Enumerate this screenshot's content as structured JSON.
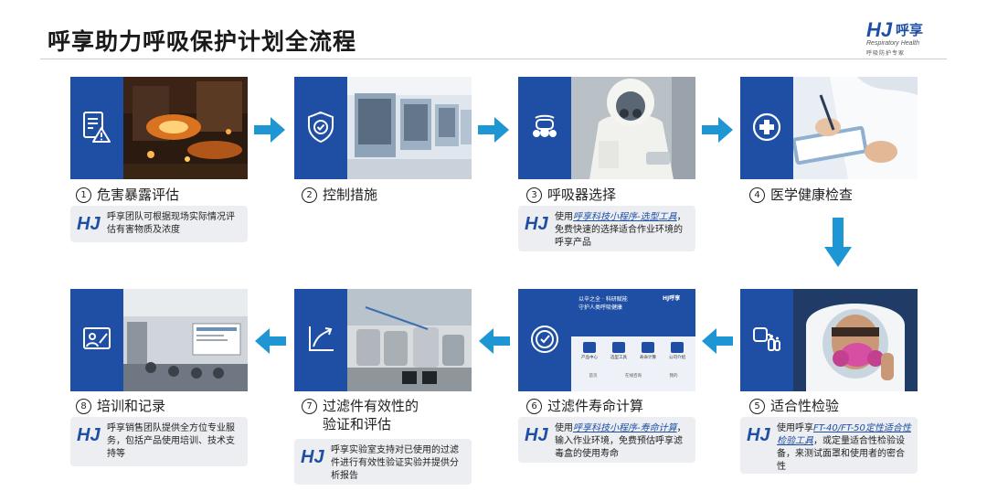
{
  "title": "呼享助力呼吸保护计划全流程",
  "logo": {
    "mark": "HJ",
    "name": "呼享",
    "english": "Respiratory Health",
    "sub": "呼吸防护专家"
  },
  "steps": [
    {
      "num": "1",
      "label": "危害暴露评估",
      "desc": "呼享团队可根据现场实际情况评估有害物质及浓度"
    },
    {
      "num": "2",
      "label": "控制措施"
    },
    {
      "num": "3",
      "label": "呼吸器选择",
      "desc_pre": "使用",
      "desc_link": "呼享科技小程序-选型工具",
      "desc_post": "，免费快速的选择适合作业环境的呼享产品"
    },
    {
      "num": "4",
      "label": "医学健康检查"
    },
    {
      "num": "5",
      "label": "适合性检验",
      "desc_pre": "使用呼享",
      "desc_link": "FT-40/FT-50定性适合性检验工具",
      "desc_post": "，或定量适合性检验设备，来测试面罩和使用者的密合性"
    },
    {
      "num": "6",
      "label": "过滤件寿命计算",
      "desc_pre": "使用",
      "desc_link": "呼享科技小程序-寿命计算",
      "desc_post": "，输入作业环境，免费预估呼享滤毒盒的使用寿命"
    },
    {
      "num": "7",
      "label": "过滤件有效性的",
      "label2": "验证和评估",
      "desc": "呼享实验室支持对已使用的过滤件进行有效性验证实验并提供分析报告"
    },
    {
      "num": "8",
      "label": "培训和记录",
      "desc": "呼享销售团队提供全方位专业服务，包括产品使用培训、技术支持等"
    }
  ],
  "phone": {
    "line1": "以辛之全 · 科研赋能",
    "line2": "守护人类呼吸健康",
    "brand": "HJ呼享",
    "tiles": [
      "产品中心",
      "选型工具",
      "寿命计算",
      "公司介绍"
    ],
    "nav": [
      "首页",
      "在线咨询",
      "我的"
    ]
  },
  "colors": {
    "brand_blue": "#1e4fa5",
    "arrow_blue": "#1d96d3"
  }
}
